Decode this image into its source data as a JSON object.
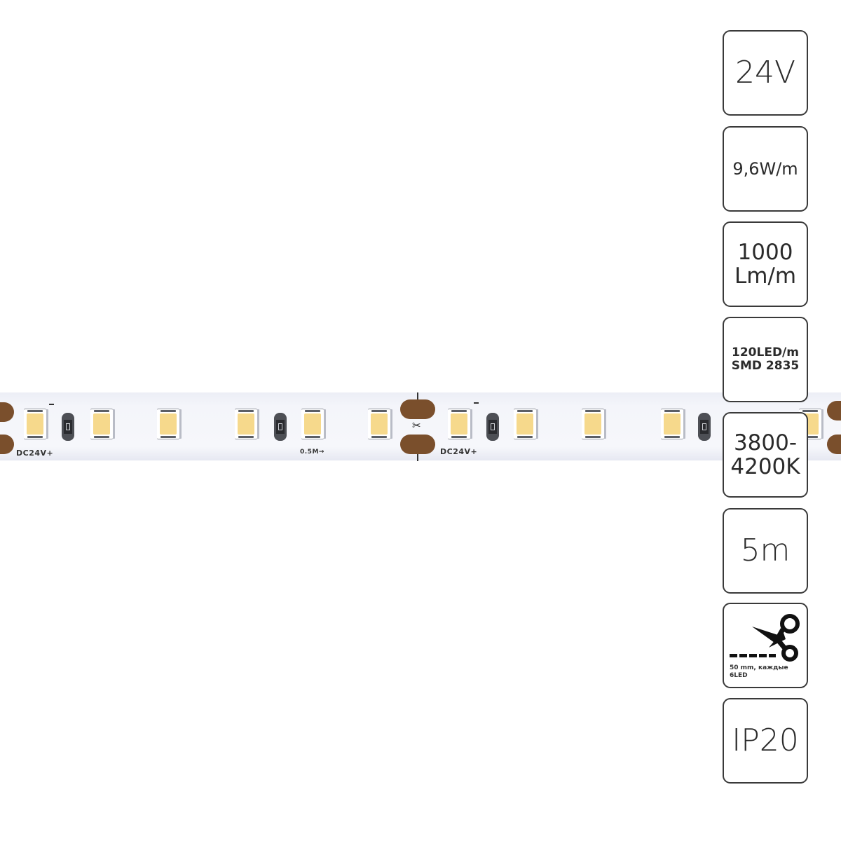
{
  "strip": {
    "voltage_label_1": "DC24V+",
    "voltage_label_2": "DC24V+",
    "segment_label": "0.5M→",
    "led_color": "#f6d98c",
    "pad_color": "#7a4f2c"
  },
  "specs": [
    {
      "id": "voltage",
      "text": "24V"
    },
    {
      "id": "power",
      "text": "9,6W/m"
    },
    {
      "id": "luminous-flux",
      "line1": "1000",
      "line2": "Lm/m"
    },
    {
      "id": "led-density",
      "line1": "120LED/m",
      "line2": "SMD 2835"
    },
    {
      "id": "color-temperature",
      "line1": "3800-",
      "line2": "4200K"
    },
    {
      "id": "length",
      "text": "5m"
    },
    {
      "id": "cut-interval",
      "icon": "scissors-icon",
      "caption_line1": "50 mm, каждые",
      "caption_line2": "6LED"
    },
    {
      "id": "ip-rating",
      "text": "IP20"
    }
  ]
}
